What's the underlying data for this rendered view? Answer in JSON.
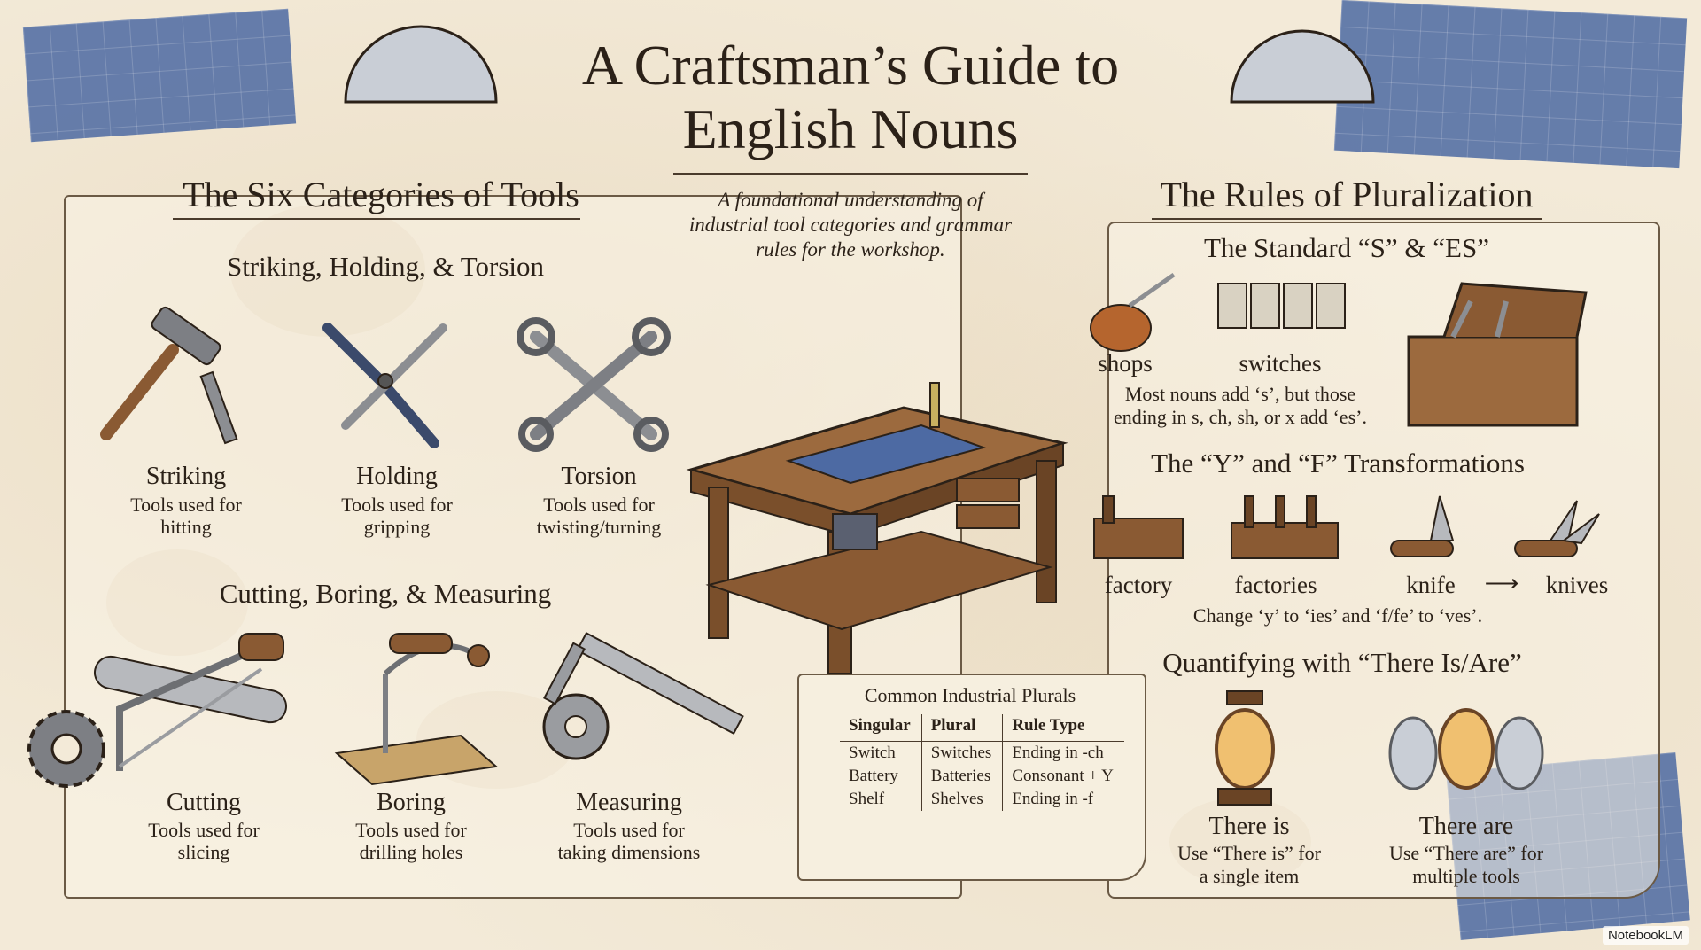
{
  "title_line1": "A Craftsman’s Guide to",
  "title_line2": "English Nouns",
  "intro": {
    "line1": "A foundational understanding of",
    "line2": "industrial tool categories and grammar",
    "line3": "rules for the workshop."
  },
  "left": {
    "heading": "The Six Categories of Tools",
    "group1_heading": "Striking, Holding, & Torsion",
    "group2_heading": "Cutting, Boring, & Measuring",
    "tools": [
      {
        "name": "Striking",
        "desc1": "Tools used for",
        "desc2": "hitting",
        "icon": "hammer-icon"
      },
      {
        "name": "Holding",
        "desc1": "Tools used for",
        "desc2": "gripping",
        "icon": "pliers-icon"
      },
      {
        "name": "Torsion",
        "desc1": "Tools used for",
        "desc2": "twisting/turning",
        "icon": "wrench-icon"
      },
      {
        "name": "Cutting",
        "desc1": "Tools used for",
        "desc2": "slicing",
        "icon": "hacksaw-icon"
      },
      {
        "name": "Boring",
        "desc1": "Tools used for",
        "desc2": "drilling holes",
        "icon": "hand-drill-icon"
      },
      {
        "name": "Measuring",
        "desc1": "Tools used for",
        "desc2": "taking dimensions",
        "icon": "caliper-icon"
      }
    ]
  },
  "table": {
    "title": "Common Industrial Plurals",
    "headers": [
      "Singular",
      "Plural",
      "Rule Type"
    ],
    "rows": [
      [
        "Switch",
        "Switches",
        "Ending in -ch"
      ],
      [
        "Battery",
        "Batteries",
        "Consonant + Y"
      ],
      [
        "Shelf",
        "Shelves",
        "Ending in -f"
      ]
    ]
  },
  "right": {
    "heading": "The Rules of Pluralization",
    "standard": {
      "heading": "The Standard “S” & “ES”",
      "word1": "shops",
      "word2": "switches",
      "note1": "Most nouns add ‘s’, but those",
      "note2": "ending in s, ch, sh, or x add ‘es’."
    },
    "transform": {
      "heading": "The “Y” and “F” Transformations",
      "word1": "factory",
      "word2": "factories",
      "word3": "knife",
      "arrow": "⟶",
      "word4": "knives",
      "note": "Change ‘y’ to ‘ies’ and ‘f/fe’ to ‘ves’."
    },
    "quantify": {
      "heading": "Quantifying with “There Is/Are”",
      "single_label": "There is",
      "single_desc1": "Use “There is” for",
      "single_desc2": "a single item",
      "multi_label": "There are",
      "multi_desc1": "Use “There are” for",
      "multi_desc2": "multiple tools"
    }
  },
  "watermark": "NotebookLM",
  "colors": {
    "ink": "#2b2118",
    "paper": "#f3ead8",
    "blueprint": "#4d6aa3",
    "wood": "#8a5a33",
    "copper": "#b5652e"
  }
}
